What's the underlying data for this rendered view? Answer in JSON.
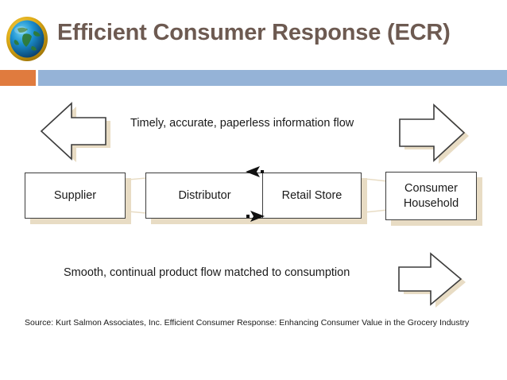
{
  "slide": {
    "title": "Efficient Consumer Response (ECR)",
    "title_color": "#6d5a51",
    "accent_orange": "#e07b3e",
    "accent_blue": "#95b3d7",
    "shadow_color": "#e8dcc4",
    "background": "#ffffff"
  },
  "icons": {
    "globe": "globe-icon"
  },
  "captions": {
    "information_flow": "Timely, accurate, paperless information flow",
    "product_flow": "Smooth, continual product flow matched to consumption"
  },
  "flow": {
    "boxes": [
      {
        "label": "Supplier"
      },
      {
        "label": "Distributor"
      },
      {
        "label": "Retail Store"
      },
      {
        "label_line1": "Consumer",
        "label_line2": "Household"
      }
    ]
  },
  "arrows": {
    "information_left": "left-block-arrow",
    "information_right": "right-block-arrow",
    "product_right": "right-block-arrow",
    "connector_in": "mini-left-arrow",
    "connector_out": "mini-right-arrow"
  },
  "source": {
    "text": "Source:  Kurt Salmon Associates, Inc. Efficient Consumer Response: Enhancing Consumer Value in the Grocery Industry"
  }
}
